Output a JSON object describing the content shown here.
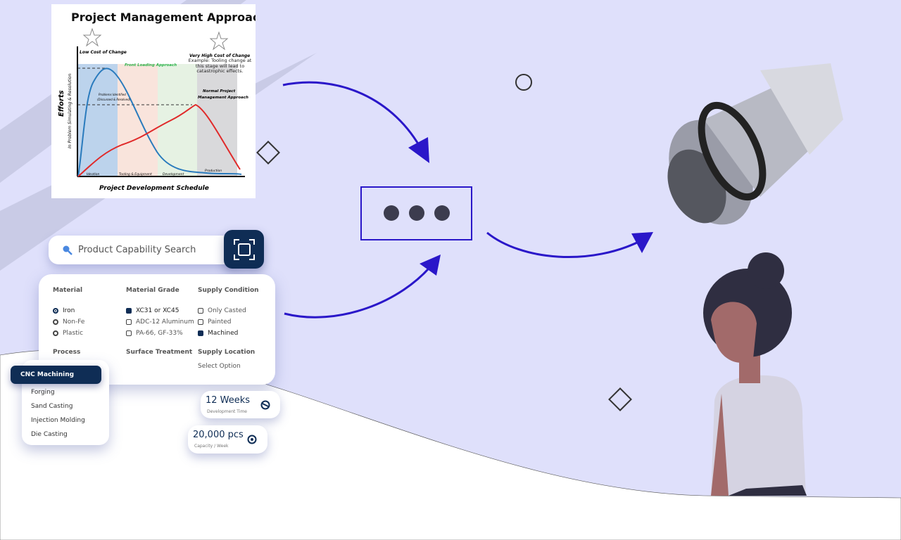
{
  "chart_image": {
    "title": "Project Management Approach",
    "y_label": "Efforts",
    "y_sublabel": "In Problem Simulating & Resolution",
    "x_label": "Project Development Schedule",
    "low_cost": "Low Cost of Change",
    "high_cost": "Very High Cost of Change",
    "high_cost_note": "Example: Tooling change at this stage will lead to catastrophic effects.",
    "front_loading": "Front Loading Approach",
    "problems": "Problems Identified",
    "problems_sub": "(Discussed & Resolved)",
    "normal_1": "Normal Project",
    "normal_2": "Management Approach",
    "phases": [
      "Ideation",
      "Tooling & Equipment",
      "Development",
      "Production"
    ]
  },
  "search": {
    "placeholder": "Product Capability Search"
  },
  "filters": {
    "material": {
      "label": "Material",
      "options": [
        "Iron",
        "Non-Fe",
        "Plastic"
      ],
      "selected": "Iron"
    },
    "grade": {
      "label": "Material Grade",
      "options": [
        "XC31 or XC45",
        "ADC-12 Aluminum",
        "PA-66, GF-33%"
      ],
      "checked": [
        "XC31 or XC45"
      ]
    },
    "supply": {
      "label": "Supply Condition",
      "options": [
        "Only Casted",
        "Painted",
        "Machined"
      ],
      "checked": [
        "Machined"
      ]
    },
    "process": {
      "label": "Process"
    },
    "surface": {
      "label": "Surface Treatment"
    },
    "location": {
      "label": "Supply Location",
      "value": "Select Option"
    }
  },
  "process_menu": {
    "selected": "CNC Machining",
    "items": [
      "Forging",
      "Sand Casting",
      "Injection Molding",
      "Die Casting"
    ]
  },
  "stats": [
    {
      "value": "12 Weeks",
      "label": "Development Time",
      "icon": "timer-icon"
    },
    {
      "value": "20,000 pcs",
      "label": "Capacity / Week",
      "icon": "gear-icon"
    }
  ],
  "colors": {
    "background": "#dfe0fb",
    "navy": "#0f2d55",
    "arrow": "#2a17c9"
  }
}
